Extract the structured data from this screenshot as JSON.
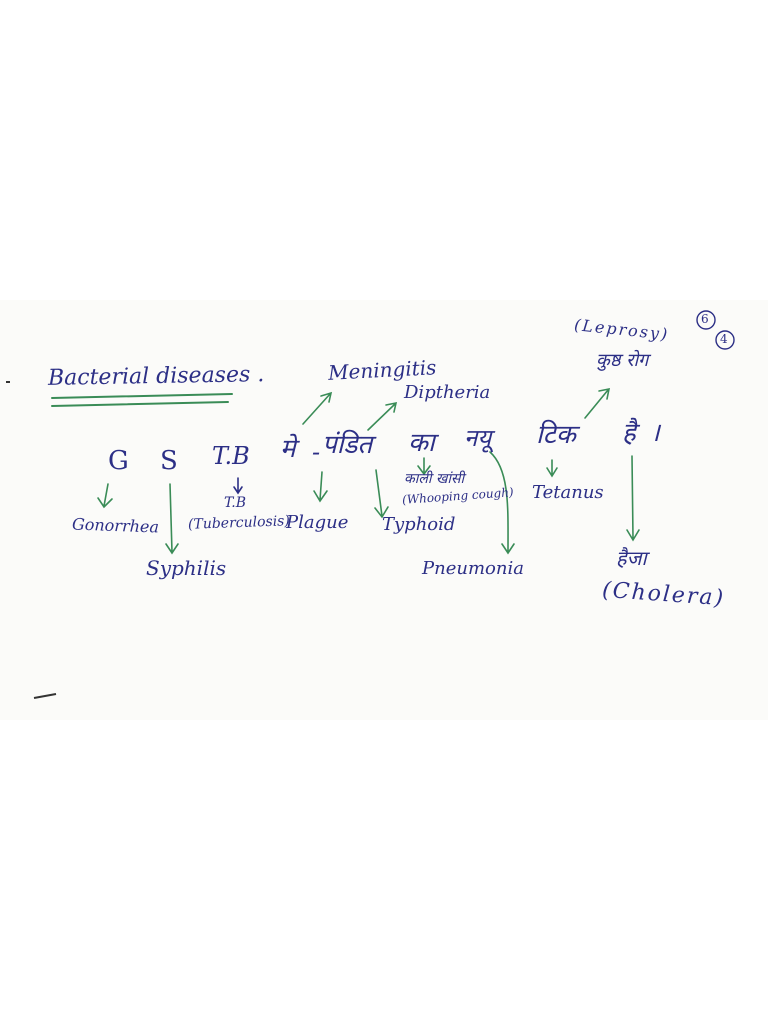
{
  "title": "Bacterial diseases .",
  "page_marks": {
    "circle_a": "6",
    "circle_b": "4"
  },
  "mnemonic": {
    "g": "G",
    "s": "S",
    "tb": "T.B",
    "me": "मे",
    "dash": "-",
    "pandit": "पंडित",
    "ka": "का",
    "nanu": "नयू",
    "tik": "टिक",
    "hai": "है",
    "end": "।"
  },
  "diseases": {
    "gonorrhea": "Gonorrhea",
    "syphilis": "Syphilis",
    "tb_short": "T.B",
    "tuberculosis": "(Tuberculosis)",
    "plague": "Plague",
    "typhoid": "Typhoid",
    "meningitis": "Meningitis",
    "diphtheria": "Diptheria",
    "kali_khansi": "काली खांसी",
    "whooping_cough": "(Whooping cough)",
    "pneumonia": "Pneumonia",
    "tetanus": "Tetanus",
    "leprosy": "(Leprosy)",
    "kusth_rog": "कुष्ठ रोग",
    "haija": "हैजा",
    "cholera": "(Cholera)"
  }
}
